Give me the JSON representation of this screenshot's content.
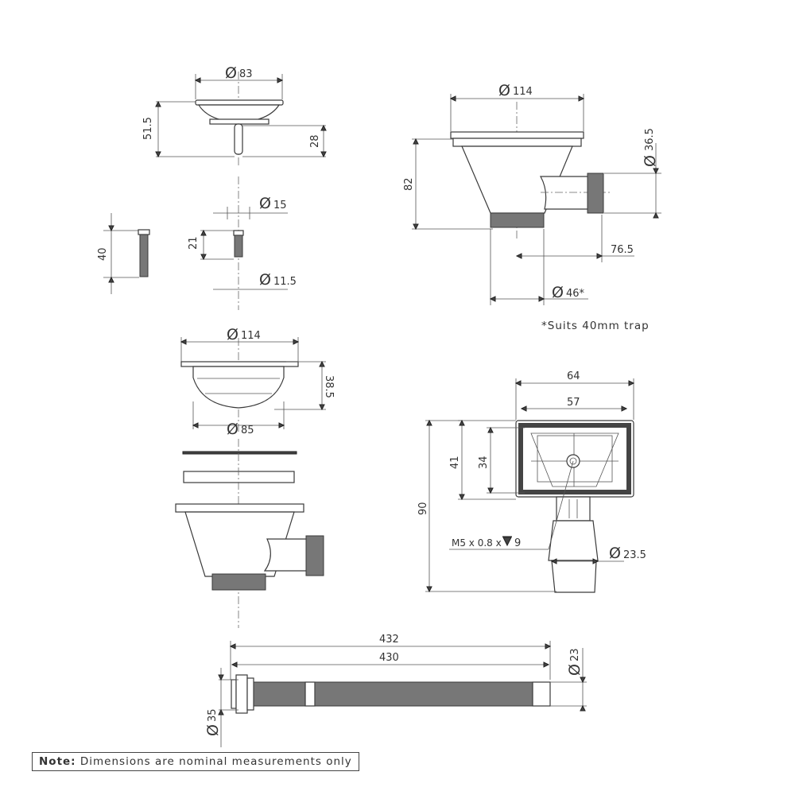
{
  "dimensions": {
    "strainer_dia": "83",
    "strainer_height": "51.5",
    "strainer_stem": "28",
    "pin_head_dia": "15",
    "pin_length": "21",
    "pin_shaft_dia": "11.5",
    "screw_length": "40",
    "basket_outer_dia": "114",
    "basket_height": "38.5",
    "basket_bottom_dia": "85",
    "side_flange_dia": "114",
    "side_height": "82",
    "side_outlet_dia": "36.5",
    "side_outlet_offset": "76.5",
    "side_tail_dia": "46*",
    "overflow_width_outer": "64",
    "overflow_width_inner": "57",
    "overflow_height_outer": "41",
    "overflow_height_inner": "34",
    "overflow_total_height": "90",
    "overflow_screw_spec": "M5 x 0.8 x ",
    "overflow_screw_depth": "9",
    "overflow_spigot_dia": "23.5",
    "hose_overall": "432",
    "hose_length": "430",
    "hose_dia_small": "23",
    "hose_dia_large": "35"
  },
  "symbols": {
    "diameter": "Ø"
  },
  "notes": {
    "suits": "*Suits 40mm trap",
    "note_label": "Note:",
    "note_text": "Dimensions are nominal measurements only"
  }
}
